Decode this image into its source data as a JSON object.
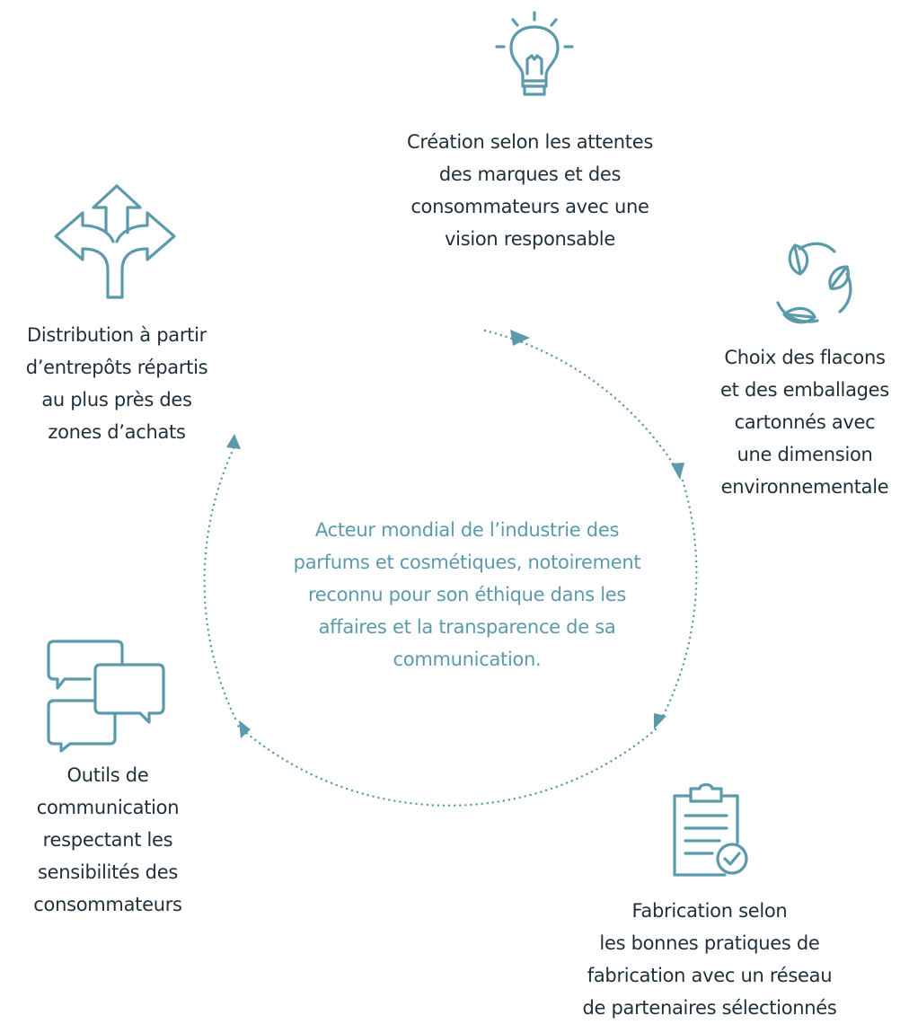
{
  "center_text": {
    "lines": [
      "Acteur mondial de l’industrie des",
      "parfums et cosmétiques, notoirement",
      "reconnu pour son éthique dans les",
      "affaires et la transparence de sa",
      "communication."
    ]
  },
  "steps": {
    "creation": {
      "icon": "lightbulb-icon",
      "lines": [
        "Création selon les attentes",
        "des marques et des",
        "consommateurs avec une",
        "vision responsable"
      ]
    },
    "packaging": {
      "icon": "recycle-leaves-icon",
      "lines": [
        "Choix des flacons",
        "et des emballages",
        "cartonnés avec",
        "une dimension",
        "environnementale"
      ]
    },
    "manufacturing": {
      "icon": "clipboard-check-icon",
      "lines": [
        "Fabrication selon",
        "les bonnes pratiques de",
        "fabrication avec un réseau",
        "de partenaires sélectionnés"
      ]
    },
    "communication": {
      "icon": "chat-bubbles-icon",
      "lines": [
        "Outils de",
        "communication",
        "respectant les",
        "sensibilités des",
        "consommateurs"
      ]
    },
    "distribution": {
      "icon": "split-arrows-icon",
      "lines": [
        "Distribution à partir",
        "d’entrepôts répartis",
        "au plus près des",
        "zones d’achats"
      ]
    }
  },
  "colors": {
    "accent": "#5b9aab",
    "text": "#1f2f3a",
    "background": "#ffffff"
  }
}
